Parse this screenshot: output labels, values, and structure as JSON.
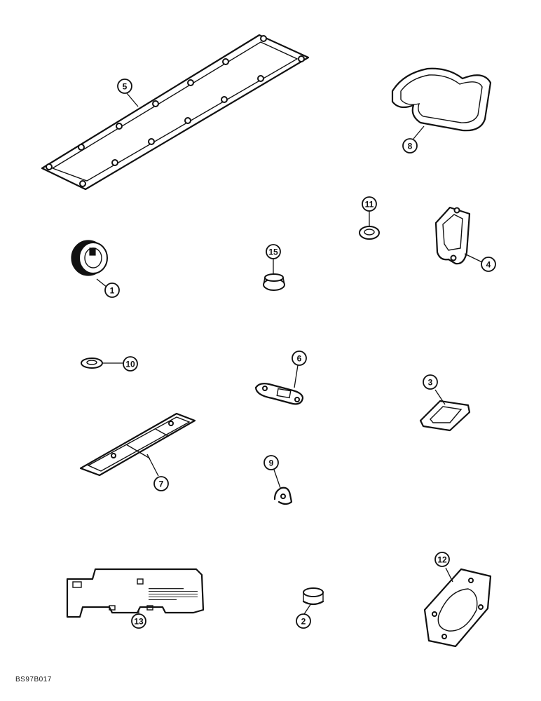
{
  "figure_code": "BS97B017",
  "callouts": [
    {
      "id": "c1",
      "label": "1"
    },
    {
      "id": "c2",
      "label": "2"
    },
    {
      "id": "c3",
      "label": "3"
    },
    {
      "id": "c4",
      "label": "4"
    },
    {
      "id": "c5",
      "label": "5"
    },
    {
      "id": "c6",
      "label": "6"
    },
    {
      "id": "c7",
      "label": "7"
    },
    {
      "id": "c8",
      "label": "8"
    },
    {
      "id": "c9",
      "label": "9"
    },
    {
      "id": "c10",
      "label": "10"
    },
    {
      "id": "c11",
      "label": "11"
    },
    {
      "id": "c12",
      "label": "12"
    },
    {
      "id": "c13",
      "label": "13"
    },
    {
      "id": "c15",
      "label": "15"
    }
  ]
}
